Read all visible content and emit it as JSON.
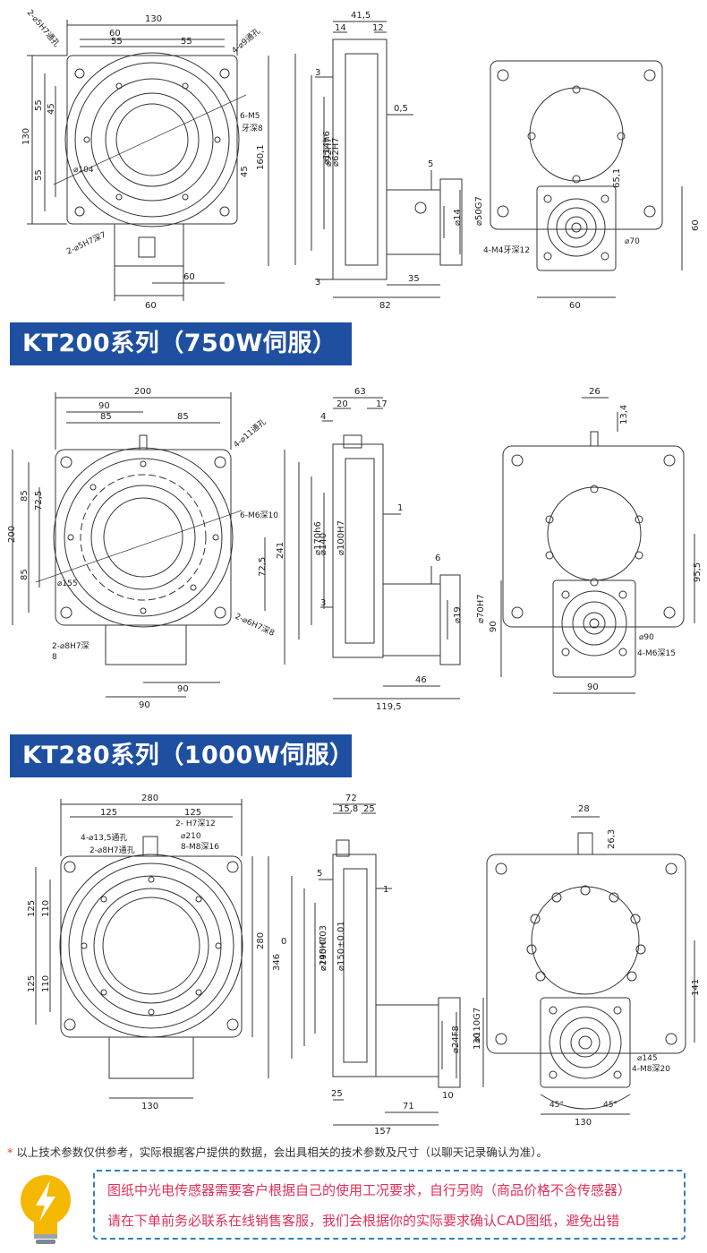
{
  "section_kt130": {
    "top_view": {
      "overall_width": "130",
      "dim_60": "60",
      "dim_55_left": "55",
      "dim_55_right": "55",
      "overall_height": "130",
      "dim_55_v1": "55",
      "dim_45_v1": "45",
      "dim_55_v2": "55",
      "dim_45_v2": "45",
      "height_160": "160,1",
      "bottom_60_left": "60",
      "bottom_60_right": "60",
      "callout_pin_hole": "2-⌀5H7通孔",
      "callout_through_hole": "4-⌀9通孔",
      "callout_thread": "6-M5",
      "callout_thread_depth": "牙深8",
      "circle_dia": "⌀104",
      "callout_bottom_pin": "2-⌀5H7深7"
    },
    "side_view": {
      "dim_415": "41,5",
      "dim_14": "14",
      "dim_12": "12",
      "dim_3_top": "3",
      "dim_05": "0,5",
      "dia_114": "⌀114h6",
      "dia_92": "⌀92H7",
      "dia_62": "⌀62H7",
      "dim_5": "5",
      "dia_14": "⌀14",
      "dia_50": "⌀50G7",
      "dim_3_bottom": "3",
      "dim_35": "35",
      "dim_82": "82"
    },
    "rear_view": {
      "dim_651": "65,1",
      "dia_70": "⌀70",
      "callout_motor_thread": "4-M4牙深12",
      "dim_60_v": "60",
      "dim_60_h": "60"
    }
  },
  "banner_kt200": "KT200系列（750W伺服）",
  "section_kt200": {
    "top_view": {
      "overall_width": "200",
      "dim_90_top": "90",
      "dim_85_left": "85",
      "dim_85_right": "85",
      "overall_height": "200",
      "dim_85_v1": "85",
      "dim_725_v1": "72,5",
      "dim_85_v2": "85",
      "dim_725_v2": "72,5",
      "height_241": "241",
      "bottom_90_left": "90",
      "bottom_90_right": "90",
      "callout_through_hole": "4-⌀11通孔",
      "callout_thread": "6-M6深10",
      "circle_dia": "⌀155",
      "callout_pin_right": "2-⌀6H7深8",
      "callout_pin_left": "2-⌀8H7深",
      "callout_pin_left_depth": "8"
    },
    "side_view": {
      "dim_63": "63",
      "dim_20": "20",
      "dim_17": "17",
      "dim_4": "4",
      "dim_1": "1",
      "dia_170": "⌀170h6",
      "dia_140": "⌀140",
      "dia_100": "⌀100H7",
      "dim_6": "6",
      "dim_3": "3",
      "dia_19": "⌀19",
      "dia_70": "⌀70H7",
      "dim_46": "46",
      "dim_1195": "119,5"
    },
    "rear_view": {
      "dim_26": "26",
      "dim_134": "13,4",
      "dim_955": "95,5",
      "dia_90": "⌀90",
      "callout_motor_thread": "4-M6深15",
      "dim_90_v": "90",
      "dim_90_h": "90"
    }
  },
  "banner_kt280": "KT280系列（1000W伺服）",
  "section_kt280": {
    "top_view": {
      "overall_width": "280",
      "dim_125_left": "125",
      "dim_125_right": "125",
      "callout_through_hole": "4-⌀13,5通孔",
      "callout_pin_top": "2-    H7深12",
      "callout_pin_left": "2-⌀8H7通孔",
      "circle_dia": "⌀210",
      "callout_thread": "8-M8深16",
      "dim_125_v1": "125",
      "dim_110_v1": "110",
      "dim_125_v2": "125",
      "dim_110_v2": "110",
      "height_280": "280",
      "height_346": "346",
      "bottom_130": "130"
    },
    "side_view": {
      "dim_72": "72",
      "dim_158": "15,8",
      "dim_25_top": "25",
      "dim_5": "5",
      "dim_1": "1",
      "dim_0": "0",
      "dia_240": "⌀240-0.03",
      "dia_195": "⌀195H7",
      "dia_150": "⌀150±0.01",
      "dia_110": "⌀110G7",
      "dia_24": "⌀24F8",
      "dim_25_bottom": "25",
      "dim_10": "10",
      "dim_71": "71",
      "dim_157": "157"
    },
    "rear_view": {
      "dim_28": "28",
      "dim_263": "26,3",
      "dim_141": "141",
      "dim_130_v": "130",
      "dia_145": "⌀145",
      "callout_motor_thread": "4-M8深20",
      "angle_left": "45°",
      "angle_right": "45°",
      "dim_130_h": "130"
    }
  },
  "footer_note": "以上技术参数仅供参考，实际根据客户提供的数据，会出具相关的技术参数及尺寸（以聊天记录确认为准）。",
  "footer_star": "*",
  "info_line_1": "图纸中光电传感器需要客户根据自己的使用工况要求，自行另购（商品价格不含传感器）",
  "info_line_2": "请在下单前务必联系在线销售客服，我们会根据你的实际要求确认CAD图纸，避免出错",
  "colors": {
    "banner_blue": "#1f4fa0",
    "info_red": "#e0305a",
    "info_border": "#2f7fc0",
    "bulb_yellow": "#f5b800"
  },
  "icons": {
    "bulb": "lightbulb-icon",
    "bolt": "lightning-bolt-icon"
  }
}
